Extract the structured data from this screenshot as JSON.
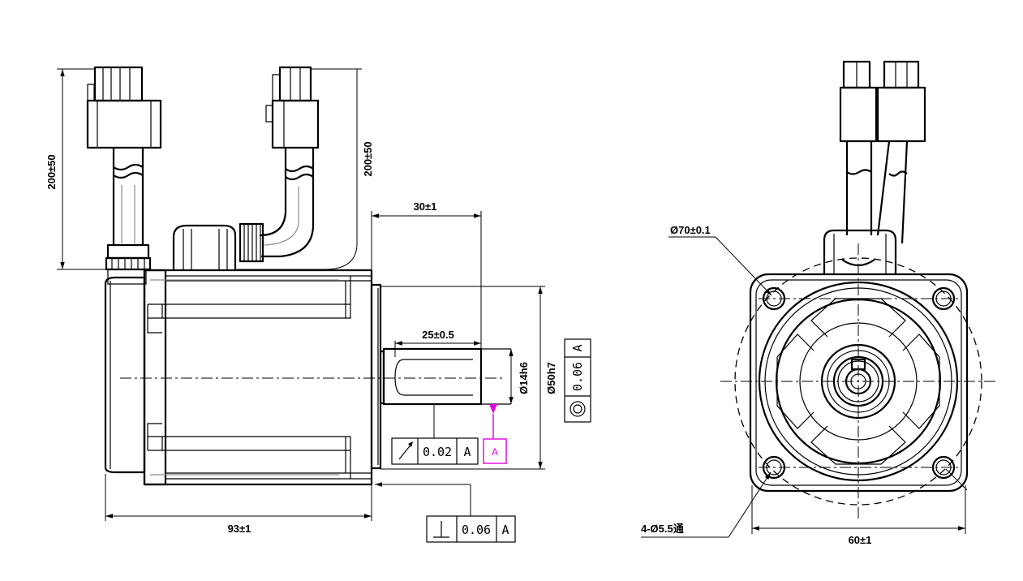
{
  "side_view": {
    "cable_length_left": "200±50",
    "cable_length_right": "200±50",
    "shaft_extension": "30±1",
    "key_length": "25±0.5",
    "shaft_diameter": "Ø14h6",
    "pilot_diameter": "Ø50h7",
    "overall_length": "93±1",
    "datum_label": "A",
    "fcf_runout": {
      "value": "0.02",
      "datum": "A"
    },
    "fcf_concentric": {
      "value": "0.06",
      "datum": "A"
    },
    "fcf_perpendicular": {
      "value": "0.06",
      "datum": "A"
    }
  },
  "front_view": {
    "bolt_circle": "Ø70±0.1",
    "mounting_holes": "4-Ø5.5通",
    "flange_width": "60±1"
  },
  "colors": {
    "line": "#000000",
    "datum_marker": "#e000e0",
    "hidden_detail": "#8c8c8c",
    "background": "#ffffff"
  }
}
